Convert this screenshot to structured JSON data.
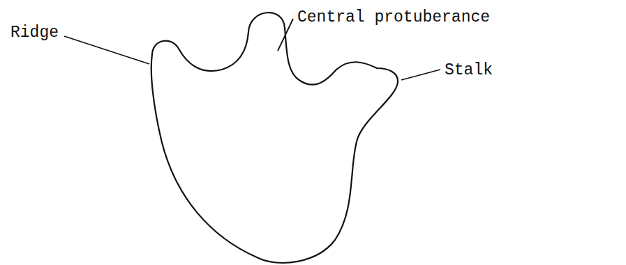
{
  "diagram": {
    "labels": [
      "Ridge",
      "Central protuberance",
      "Stalk"
    ]
  }
}
